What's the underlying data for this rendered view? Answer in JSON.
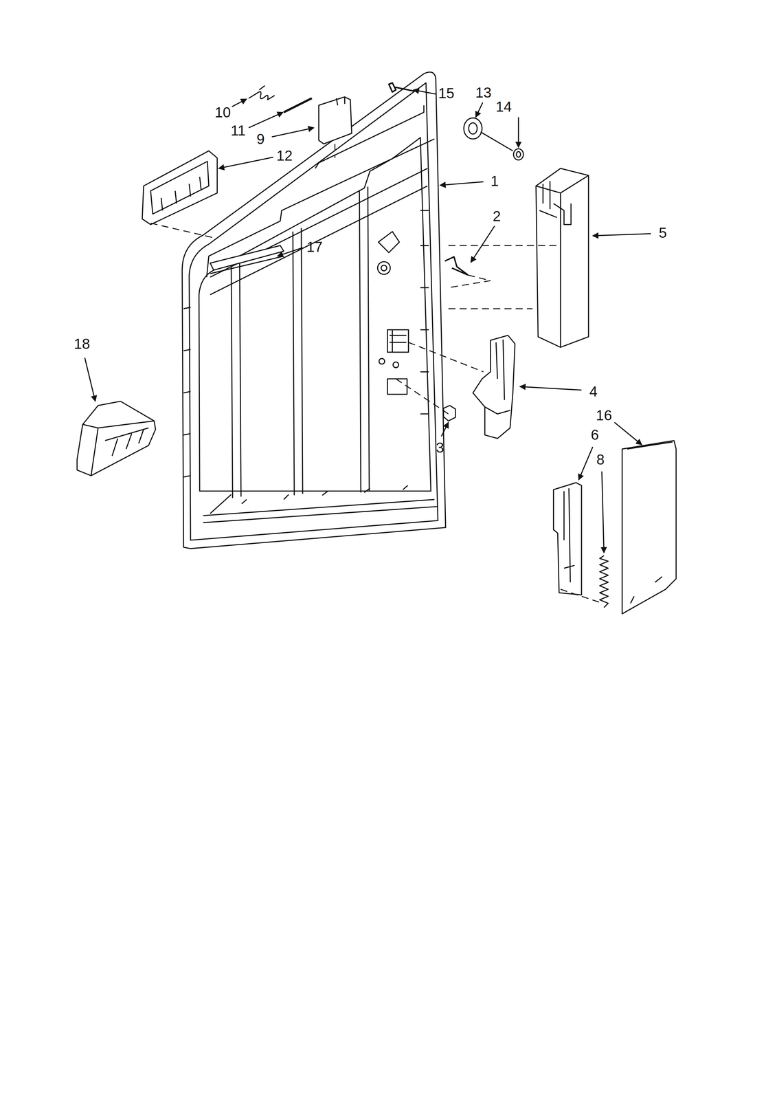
{
  "diagram": {
    "labels": [
      "10",
      "11",
      "9",
      "12",
      "15",
      "13",
      "14",
      "1",
      "2",
      "5",
      "17",
      "18",
      "4",
      "3",
      "16",
      "6",
      "8"
    ]
  }
}
